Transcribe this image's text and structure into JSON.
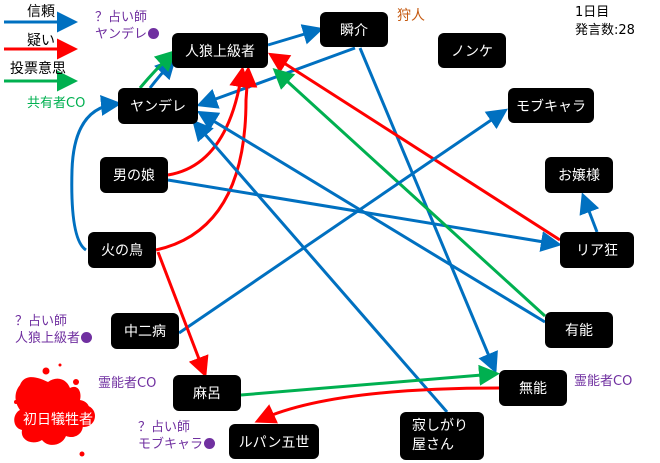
{
  "legend": {
    "trust": {
      "label": "信頼",
      "color": "#0070c0"
    },
    "doubt": {
      "label": "疑い",
      "color": "#ff0000"
    },
    "vote": {
      "label": "投票意思",
      "color": "#00b050"
    }
  },
  "info": {
    "day": "1日目",
    "posts": "発言数:28"
  },
  "nodes": {
    "jinrou": "人狼上級者",
    "shunsuke": "瞬介",
    "nonke": "ノンケ",
    "yandere": "ヤンデレ",
    "mobu": "モブキャラ",
    "otoko": "男の娘",
    "ojou": "お嬢様",
    "hinotori": "火の鳥",
    "riakyou": "リア狂",
    "chuuni": "中二病",
    "yuunou": "有能",
    "maro": "麻呂",
    "munou": "無能",
    "victim": "初日犠牲者",
    "lupin": "ルパン五世",
    "sabishi1": "寂しがり",
    "sabishi2": "屋さん"
  },
  "annotations": {
    "seer_yandere_1": "？占い師",
    "seer_yandere_2": "ヤンデレ",
    "hunter": "狩人",
    "co_shared": "共有者CO",
    "seer_chuuni_1": "？占い師",
    "seer_chuuni_2": "人狼上級者",
    "medium_maro": "霊能者CO",
    "seer_lupin_1": "？占い師",
    "seer_lupin_2": "モブキャラ",
    "medium_munou": "霊能者CO"
  },
  "edges": [
    {
      "from": "jinrou",
      "to": "shunsuke",
      "type": "trust"
    },
    {
      "from": "yandere",
      "to": "jinrou",
      "type": "trust"
    },
    {
      "from": "yandere",
      "to": "jinrou",
      "type": "vote"
    },
    {
      "from": "hinotori",
      "to": "yandere",
      "type": "trust"
    },
    {
      "from": "shunsuke",
      "to": "yandere",
      "type": "trust"
    },
    {
      "from": "shunsuke",
      "to": "munou",
      "type": "trust"
    },
    {
      "from": "otoko",
      "to": "jinrou",
      "type": "doubt"
    },
    {
      "from": "hinotori",
      "to": "jinrou",
      "type": "doubt"
    },
    {
      "from": "otoko",
      "to": "riakyou",
      "type": "trust"
    },
    {
      "from": "riakyou",
      "to": "jinrou",
      "type": "doubt"
    },
    {
      "from": "riakyou",
      "to": "ojou",
      "type": "trust"
    },
    {
      "from": "yuunou",
      "to": "jinrou",
      "type": "vote"
    },
    {
      "from": "yuunou",
      "to": "yandere",
      "type": "trust"
    },
    {
      "from": "sabishi",
      "to": "yandere",
      "type": "trust"
    },
    {
      "from": "chuuni",
      "to": "mobu",
      "type": "trust"
    },
    {
      "from": "hinotori",
      "to": "maro",
      "type": "doubt"
    },
    {
      "from": "maro",
      "to": "munou",
      "type": "vote"
    },
    {
      "from": "munou",
      "to": "lupin",
      "type": "doubt"
    }
  ]
}
